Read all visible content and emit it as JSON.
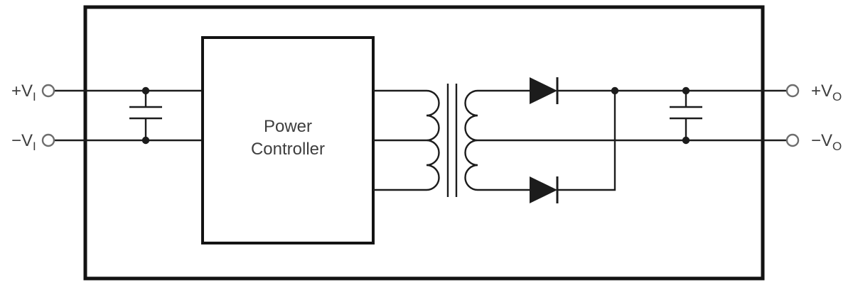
{
  "labels": {
    "input_pos": {
      "main": "+V",
      "sub": "I"
    },
    "input_neg": {
      "main": "−V",
      "sub": "I"
    },
    "output_pos": {
      "main": "+V",
      "sub": "O"
    },
    "output_neg": {
      "main": "−V",
      "sub": "O"
    }
  },
  "controller": {
    "line1": "Power",
    "line2": "Controller"
  },
  "symbols": {
    "input_capacitor": "capacitor-icon",
    "output_capacitor": "capacitor-icon",
    "transformer": "transformer-icon",
    "rectifier_diode_top": "diode-icon",
    "rectifier_diode_bottom": "diode-icon",
    "terminals": "open-circle-terminal-icon"
  },
  "colors": {
    "wire": "#1c1c1c",
    "text": "#3e3e3e",
    "terminal": "#6e6e6e",
    "background": "#ffffff"
  }
}
